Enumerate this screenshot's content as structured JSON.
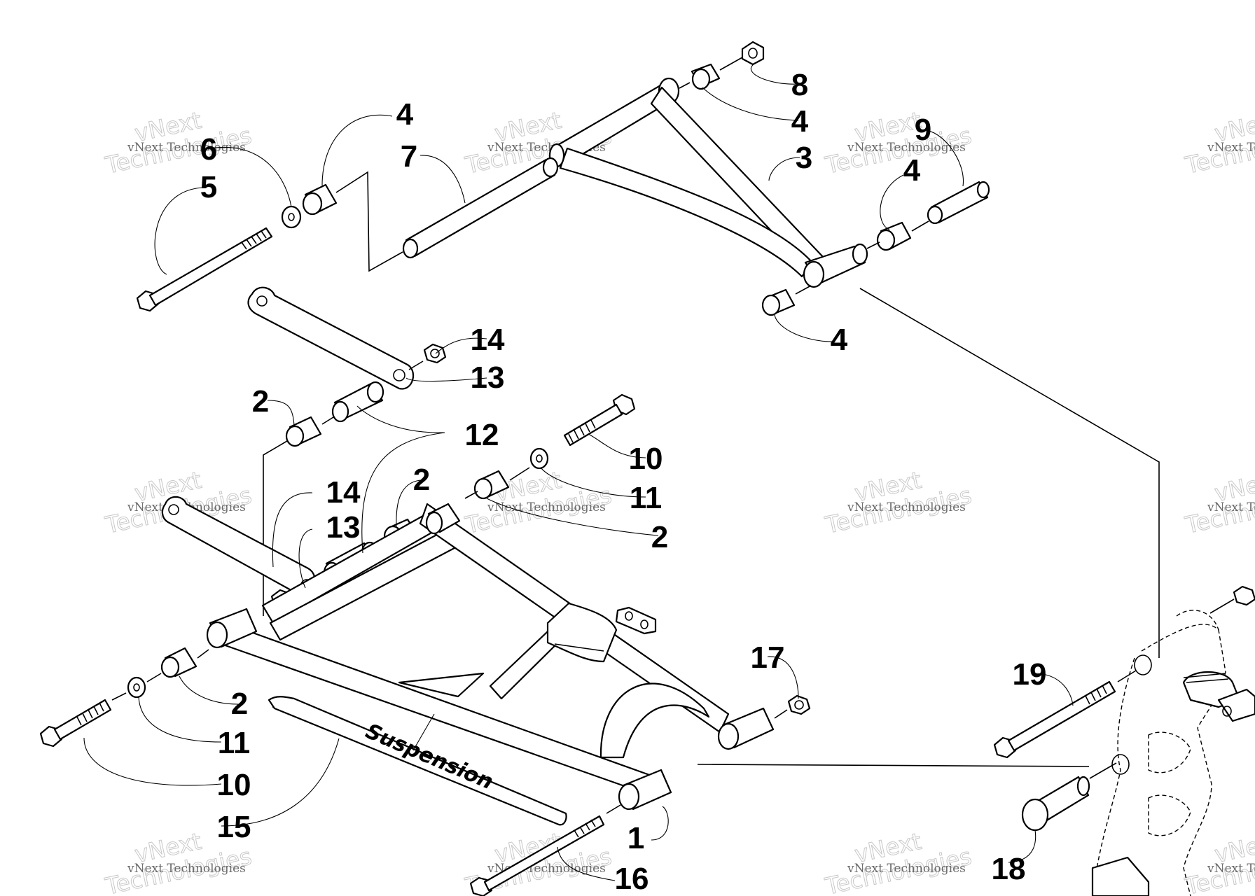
{
  "diagram": {
    "callouts": [
      {
        "id": "c1",
        "label": "1"
      },
      {
        "id": "c2a",
        "label": "2"
      },
      {
        "id": "c2b",
        "label": "2"
      },
      {
        "id": "c2c",
        "label": "2"
      },
      {
        "id": "c2d",
        "label": "2"
      },
      {
        "id": "c3",
        "label": "3"
      },
      {
        "id": "c4a",
        "label": "4"
      },
      {
        "id": "c4b",
        "label": "4"
      },
      {
        "id": "c4c",
        "label": "4"
      },
      {
        "id": "c4d",
        "label": "4"
      },
      {
        "id": "c5",
        "label": "5"
      },
      {
        "id": "c6",
        "label": "6"
      },
      {
        "id": "c7",
        "label": "7"
      },
      {
        "id": "c8",
        "label": "8"
      },
      {
        "id": "c9",
        "label": "9"
      },
      {
        "id": "c10a",
        "label": "10"
      },
      {
        "id": "c10b",
        "label": "10"
      },
      {
        "id": "c11a",
        "label": "11"
      },
      {
        "id": "c11b",
        "label": "11"
      },
      {
        "id": "c12",
        "label": "12"
      },
      {
        "id": "c13a",
        "label": "13"
      },
      {
        "id": "c13b",
        "label": "13"
      },
      {
        "id": "c14a",
        "label": "14"
      },
      {
        "id": "c14b",
        "label": "14"
      },
      {
        "id": "c15",
        "label": "15"
      },
      {
        "id": "c16",
        "label": "16"
      },
      {
        "id": "c17",
        "label": "17"
      },
      {
        "id": "c18",
        "label": "18"
      },
      {
        "id": "c19",
        "label": "19"
      }
    ],
    "decal_text": "Suspension",
    "watermark": {
      "line1": "vNext Technologies",
      "line2": "vNext",
      "line3": "Technologies"
    }
  }
}
